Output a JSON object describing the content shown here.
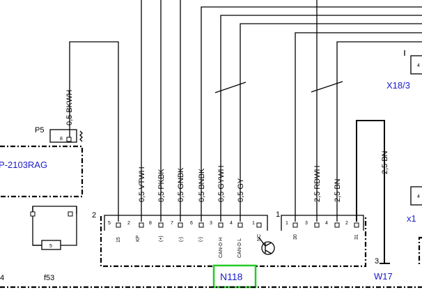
{
  "components": {
    "connector_p5": "P5",
    "connector_p5_pin": "8",
    "left_module": "P-2103RAG",
    "fuse_label": "f53",
    "fuse_value": "5",
    "left_edge_label": "4",
    "main_module": "N118",
    "main_module_highlight_color": "#22cc22",
    "connector_x18": "X18/3",
    "connector_x18_pin": "4",
    "connector_x1": "x1",
    "right_box_pin": "4",
    "ground_label": "W17",
    "ground_pin": "3"
  },
  "connector_groups": {
    "left_group": "2",
    "right_group": "1"
  },
  "pins_left": [
    {
      "num": "5",
      "func": "15",
      "wire": ""
    },
    {
      "num": "2",
      "func": "KP",
      "wire": "0,5 VTWH"
    },
    {
      "num": "8",
      "func": "(+)",
      "wire": "0,5 PKBK"
    },
    {
      "num": "7",
      "func": "(-)",
      "wire": "0,5 GNBK"
    },
    {
      "num": "6",
      "func": "(-)",
      "wire": "0,5 BNBK"
    },
    {
      "num": "3",
      "func": "CAN-D H",
      "wire": "0,5 GYWH"
    },
    {
      "num": "4",
      "func": "CAN-D L",
      "wire": "0,5 GY"
    },
    {
      "num": "1",
      "func": "NC",
      "wire": ""
    }
  ],
  "pins_right": [
    {
      "num": "1",
      "func": "30",
      "wire": ""
    },
    {
      "num": "3",
      "func": "",
      "wire": "2,5 RDWH"
    },
    {
      "num": "4",
      "func": "",
      "wire": "2,5 BN"
    },
    {
      "num": "2",
      "func": "31",
      "wire": ""
    }
  ],
  "wires": {
    "bkwh": "0,5 BKWH",
    "ground_bn": "2,5 BN"
  },
  "colors": {
    "line": "#000000",
    "label_blue": "#1a1acc",
    "highlight": "#22cc22"
  }
}
